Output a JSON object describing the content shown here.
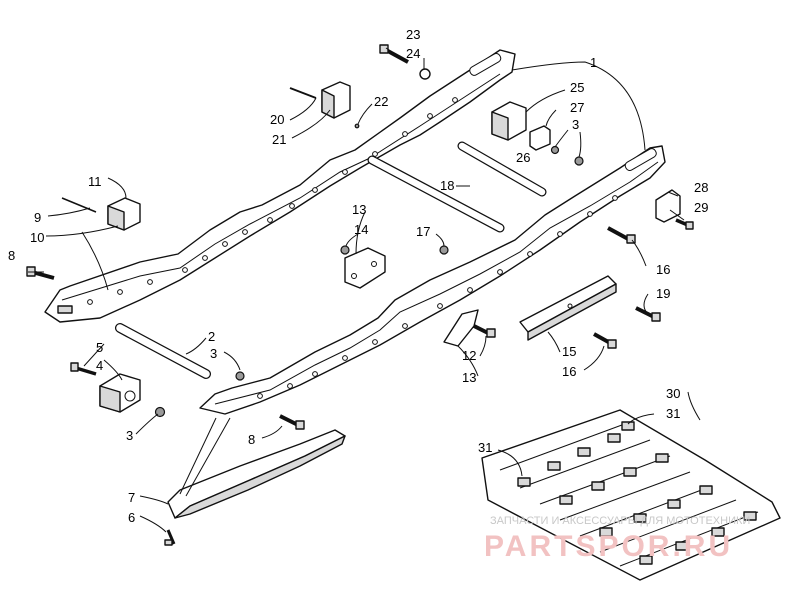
{
  "callouts": [
    {
      "id": "c1",
      "text": "1"
    },
    {
      "id": "c2",
      "text": "2"
    },
    {
      "id": "c3a",
      "text": "3"
    },
    {
      "id": "c3b",
      "text": "3"
    },
    {
      "id": "c3c",
      "text": "3"
    },
    {
      "id": "c4",
      "text": "4"
    },
    {
      "id": "c5",
      "text": "5"
    },
    {
      "id": "c6",
      "text": "6"
    },
    {
      "id": "c7",
      "text": "7"
    },
    {
      "id": "c8a",
      "text": "8"
    },
    {
      "id": "c8b",
      "text": "8"
    },
    {
      "id": "c9",
      "text": "9"
    },
    {
      "id": "c10",
      "text": "10"
    },
    {
      "id": "c11",
      "text": "11"
    },
    {
      "id": "c12",
      "text": "12"
    },
    {
      "id": "c13a",
      "text": "13"
    },
    {
      "id": "c13b",
      "text": "13"
    },
    {
      "id": "c14",
      "text": "14"
    },
    {
      "id": "c15",
      "text": "15"
    },
    {
      "id": "c16a",
      "text": "16"
    },
    {
      "id": "c16b",
      "text": "16"
    },
    {
      "id": "c17",
      "text": "17"
    },
    {
      "id": "c18",
      "text": "18"
    },
    {
      "id": "c19",
      "text": "19"
    },
    {
      "id": "c20",
      "text": "20"
    },
    {
      "id": "c21",
      "text": "21"
    },
    {
      "id": "c22",
      "text": "22"
    },
    {
      "id": "c23",
      "text": "23"
    },
    {
      "id": "c24",
      "text": "24"
    },
    {
      "id": "c25",
      "text": "25"
    },
    {
      "id": "c26",
      "text": "26"
    },
    {
      "id": "c27",
      "text": "27"
    },
    {
      "id": "c28",
      "text": "28"
    },
    {
      "id": "c29",
      "text": "29"
    },
    {
      "id": "c30",
      "text": "30"
    },
    {
      "id": "c31a",
      "text": "31"
    },
    {
      "id": "c31b",
      "text": "31"
    }
  ],
  "watermark": {
    "tagline": "ЗАПЧАСТИ И АКСЕССУАРЫ ДЛЯ МОТОТЕХНИКИ",
    "brand": "PARTSPOR.RU"
  }
}
